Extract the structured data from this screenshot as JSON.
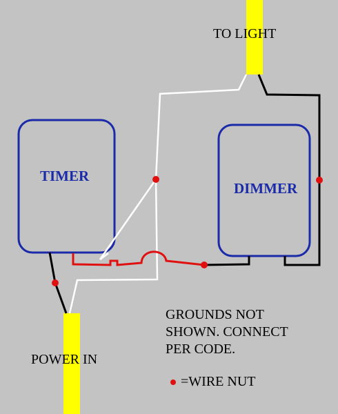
{
  "labels": {
    "to_light": "TO LIGHT",
    "power_in": "POWER IN",
    "timer": "TIMER",
    "dimmer": "DIMMER"
  },
  "note": {
    "line1": "GROUNDS NOT",
    "line2": "SHOWN. CONNECT",
    "line3": "PER CODE."
  },
  "legend": {
    "label": "=WIRE NUT"
  },
  "colors": {
    "background": "#c3c3c3",
    "cable": "#ffff00",
    "device_outline": "#1a2aa8",
    "neutral_wire": "#ffffff",
    "hot_wire": "#000000",
    "switched_wire": "#e01010",
    "wire_nut": "#e01010"
  }
}
